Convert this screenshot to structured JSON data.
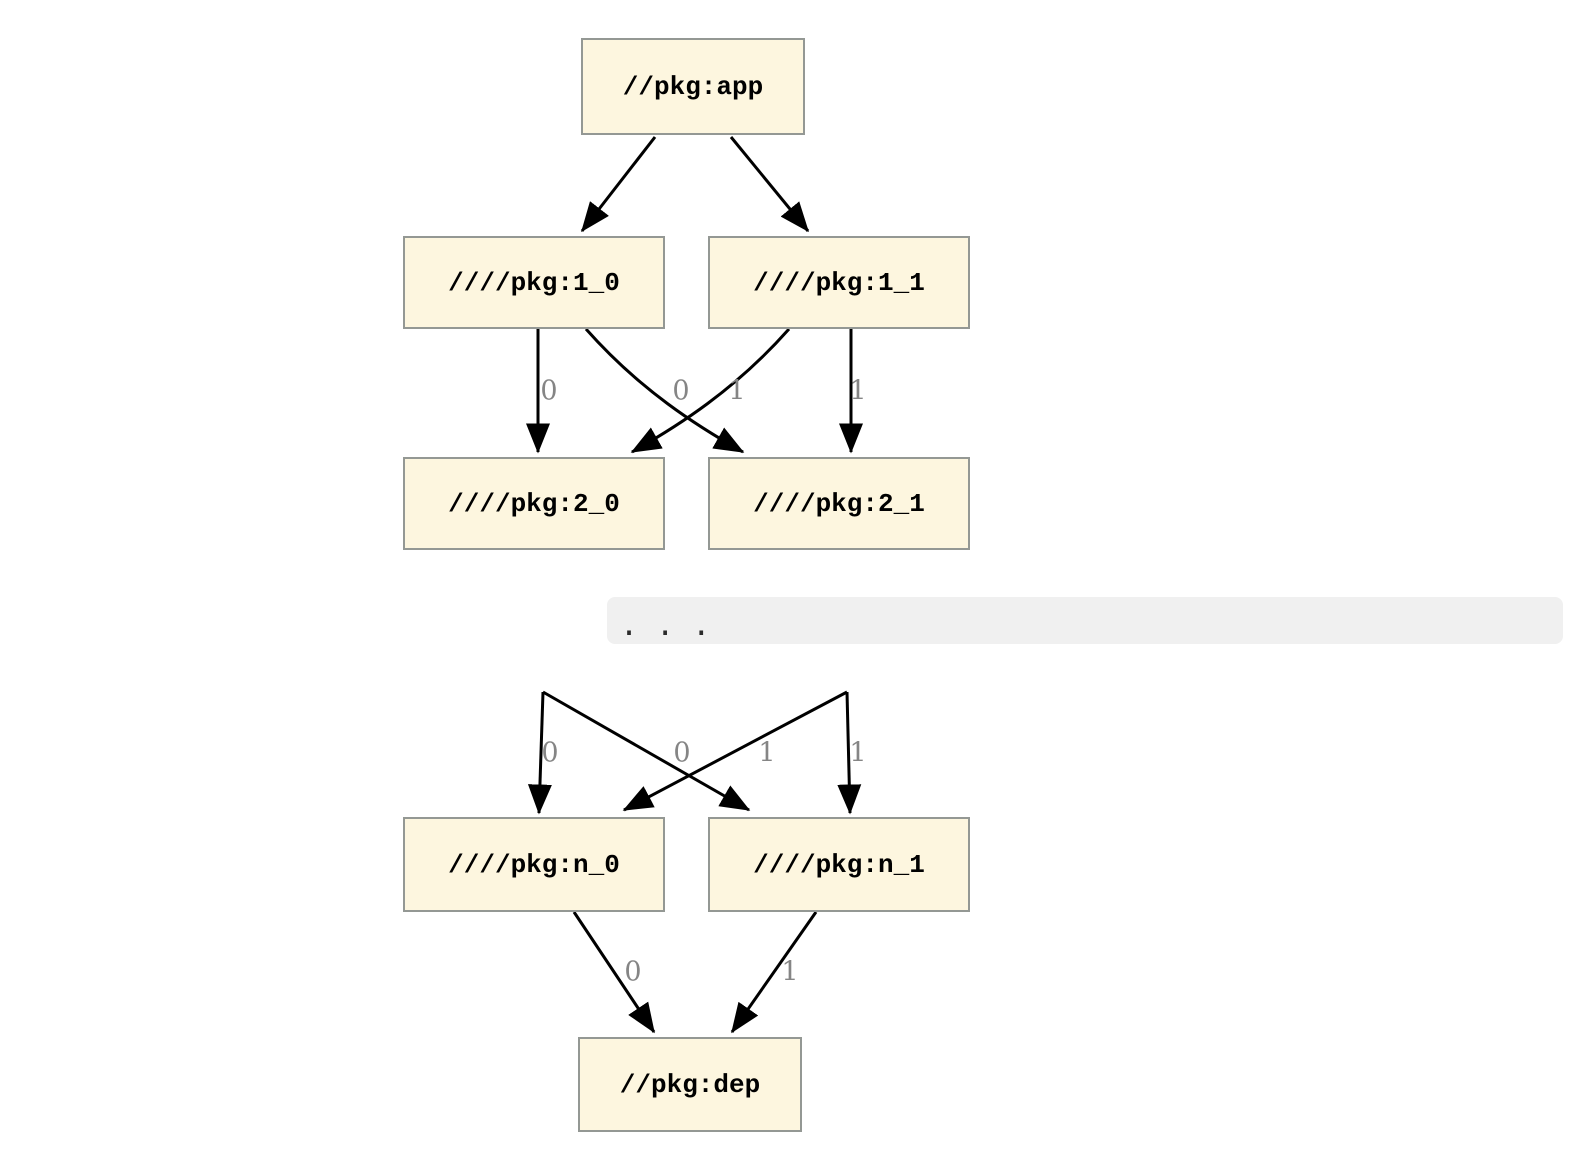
{
  "diagram": {
    "type": "dependency-graph",
    "nodes": [
      {
        "id": "app",
        "label": "//pkg:app"
      },
      {
        "id": "1_0",
        "label": "////pkg:1_0"
      },
      {
        "id": "1_1",
        "label": "////pkg:1_1"
      },
      {
        "id": "2_0",
        "label": "////pkg:2_0"
      },
      {
        "id": "2_1",
        "label": "////pkg:2_1"
      },
      {
        "id": "n_0",
        "label": "////pkg:n_0"
      },
      {
        "id": "n_1",
        "label": "////pkg:n_1"
      },
      {
        "id": "dep",
        "label": "//pkg:dep"
      }
    ],
    "edges": [
      {
        "from": "app",
        "to": "1_0",
        "label": ""
      },
      {
        "from": "app",
        "to": "1_1",
        "label": ""
      },
      {
        "from": "1_0",
        "to": "2_0",
        "label": "0"
      },
      {
        "from": "1_0",
        "to": "2_1",
        "label": "0"
      },
      {
        "from": "1_1",
        "to": "2_0",
        "label": "1"
      },
      {
        "from": "1_1",
        "to": "2_1",
        "label": "1"
      },
      {
        "from": "ellipsis",
        "to": "n_0",
        "label": "0"
      },
      {
        "from": "ellipsis",
        "to": "n_1",
        "label": "0"
      },
      {
        "from": "ellipsis",
        "to": "n_0",
        "label": "1"
      },
      {
        "from": "ellipsis",
        "to": "n_1",
        "label": "1"
      },
      {
        "from": "n_0",
        "to": "dep",
        "label": "0"
      },
      {
        "from": "n_1",
        "to": "dep",
        "label": "1"
      }
    ],
    "separator": {
      "text": ". . ."
    },
    "colors": {
      "node_fill": "#fdf6df",
      "node_border": "#949894",
      "edge": "#000000",
      "edge_label": "#858585",
      "separator_bg": "#f0f0f0",
      "background": "#ffffff"
    }
  }
}
